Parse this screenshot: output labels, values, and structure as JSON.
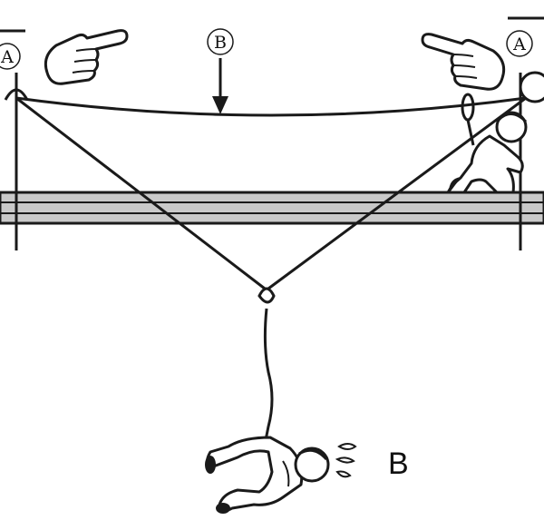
{
  "labels": {
    "anchor_left": "A",
    "anchor_right": "A",
    "lifeline_marker": "B",
    "fallen_worker": "B"
  },
  "colors": {
    "ink": "#1a1a1a",
    "beam_fill": "#c9c9c9",
    "skin_fill": "#ffffff"
  },
  "icons": [
    "pointing-hand-icon",
    "pointing-hand-icon",
    "arrow-down-icon",
    "worker-icon",
    "worker-icon"
  ]
}
